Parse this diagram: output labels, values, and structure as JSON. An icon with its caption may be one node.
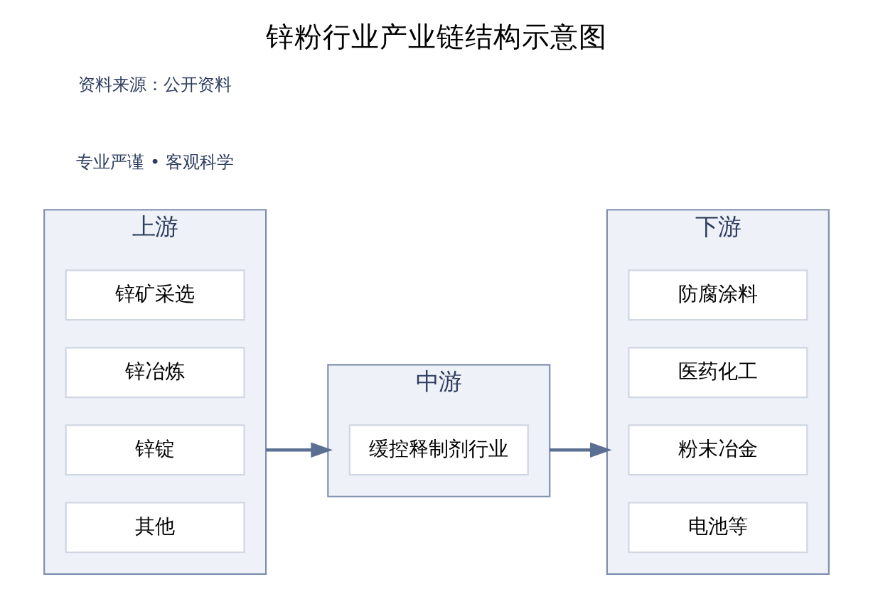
{
  "diagram": {
    "title": "锌粉行业产业链结构示意图",
    "nodes": [
      {
        "text": [
          "上游"
        ]
      },
      {
        "text": [
          "锌矿采选"
        ],
        "in": 0
      },
      {
        "text": [
          "锌冶炼"
        ],
        "in": 0
      },
      {
        "text": [
          "锌锭"
        ],
        "in": 0
      },
      {
        "text": [
          "其他"
        ],
        "in": 0
      },
      {
        "text": [
          "中游"
        ]
      },
      {
        "text": [
          "缓控释制剂行业"
        ],
        "in": 5
      },
      {
        "text": [
          "下游"
        ]
      },
      {
        "text": [
          "防腐涂料"
        ],
        "in": 7
      },
      {
        "text": [
          "医药化工"
        ],
        "in": 7
      },
      {
        "text": [
          "粉末冶金"
        ],
        "in": 7
      },
      {
        "text": [
          "电池等"
        ],
        "in": 7
      }
    ],
    "edges": [
      {
        "from": 0,
        "to": 5,
        "arrow": "to"
      },
      {
        "from": 5,
        "to": 7,
        "arrow": "to"
      }
    ],
    "labels": [
      "专业严谨 • 客观科学",
      "资料来源：公开资料"
    ]
  }
}
